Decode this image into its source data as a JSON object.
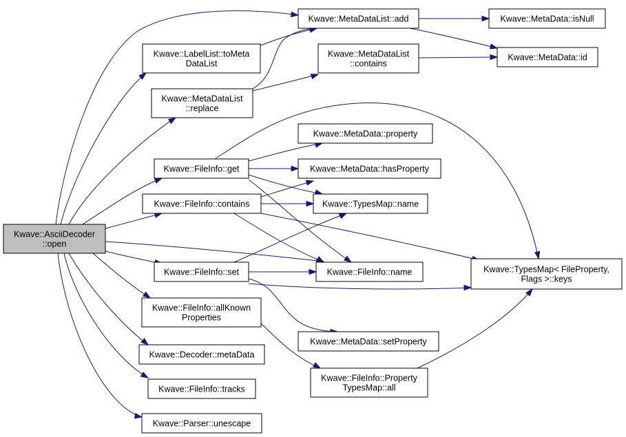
{
  "diagram": {
    "nodes": [
      {
        "id": "root",
        "lines": [
          "Kwave::AsciiDecoder",
          "::open"
        ],
        "highlighted": true
      },
      {
        "id": "mdl_add",
        "lines": [
          "Kwave::MetaDataList::add"
        ]
      },
      {
        "id": "md_isnull",
        "lines": [
          "Kwave::MetaData::isNull"
        ]
      },
      {
        "id": "ll_tometa",
        "lines": [
          "Kwave::LabelList::toMeta",
          "DataList"
        ]
      },
      {
        "id": "md_id",
        "lines": [
          "Kwave::MetaData::id"
        ]
      },
      {
        "id": "mdl_contains",
        "lines": [
          "Kwave::MetaDataList",
          "::contains"
        ]
      },
      {
        "id": "mdl_replace",
        "lines": [
          "Kwave::MetaDataList",
          "::replace"
        ]
      },
      {
        "id": "md_property",
        "lines": [
          "Kwave::MetaData::property"
        ]
      },
      {
        "id": "fi_get",
        "lines": [
          "Kwave::FileInfo::get"
        ]
      },
      {
        "id": "md_hasprop",
        "lines": [
          "Kwave::MetaData::hasProperty"
        ]
      },
      {
        "id": "fi_contains",
        "lines": [
          "Kwave::FileInfo::contains"
        ]
      },
      {
        "id": "tm_name",
        "lines": [
          "Kwave::TypesMap::name"
        ]
      },
      {
        "id": "fi_set",
        "lines": [
          "Kwave::FileInfo::set"
        ]
      },
      {
        "id": "fi_name",
        "lines": [
          "Kwave::FileInfo::name"
        ]
      },
      {
        "id": "tm_keys",
        "lines": [
          "Kwave::TypesMap< FileProperty,",
          "Flags >::keys"
        ]
      },
      {
        "id": "fi_allknown",
        "lines": [
          "Kwave::FileInfo::allKnown",
          "Properties"
        ]
      },
      {
        "id": "md_setprop",
        "lines": [
          "Kwave::MetaData::setProperty"
        ]
      },
      {
        "id": "dec_meta",
        "lines": [
          "Kwave::Decoder::metaData"
        ]
      },
      {
        "id": "fi_ptm_all",
        "lines": [
          "Kwave::FileInfo::Property",
          "TypesMap::all"
        ]
      },
      {
        "id": "fi_tracks",
        "lines": [
          "Kwave::FileInfo::tracks"
        ]
      },
      {
        "id": "parser_unescape",
        "lines": [
          "Kwave::Parser::unescape"
        ]
      }
    ],
    "edges": [
      [
        "root",
        "mdl_add"
      ],
      [
        "root",
        "ll_tometa"
      ],
      [
        "root",
        "mdl_replace"
      ],
      [
        "root",
        "fi_get"
      ],
      [
        "root",
        "fi_contains"
      ],
      [
        "root",
        "fi_name"
      ],
      [
        "root",
        "fi_set"
      ],
      [
        "root",
        "fi_allknown"
      ],
      [
        "root",
        "dec_meta"
      ],
      [
        "root",
        "fi_tracks"
      ],
      [
        "root",
        "parser_unescape"
      ],
      [
        "mdl_add",
        "md_isnull"
      ],
      [
        "mdl_add",
        "md_id"
      ],
      [
        "ll_tometa",
        "mdl_add"
      ],
      [
        "mdl_replace",
        "mdl_add"
      ],
      [
        "mdl_replace",
        "mdl_contains"
      ],
      [
        "mdl_contains",
        "md_id"
      ],
      [
        "fi_get",
        "md_property"
      ],
      [
        "fi_get",
        "md_hasprop"
      ],
      [
        "fi_get",
        "tm_name"
      ],
      [
        "fi_get",
        "tm_keys"
      ],
      [
        "fi_get",
        "fi_name"
      ],
      [
        "fi_contains",
        "md_hasprop"
      ],
      [
        "fi_contains",
        "tm_name"
      ],
      [
        "fi_contains",
        "tm_keys"
      ],
      [
        "fi_contains",
        "fi_name"
      ],
      [
        "fi_set",
        "tm_name"
      ],
      [
        "fi_set",
        "fi_name"
      ],
      [
        "fi_set",
        "tm_keys"
      ],
      [
        "fi_set",
        "md_setprop"
      ],
      [
        "fi_allknown",
        "fi_ptm_all"
      ],
      [
        "fi_ptm_all",
        "tm_keys"
      ]
    ],
    "colors": {
      "edge": "#191970",
      "root_fill": "#bfbfbf",
      "node_fill": "#ffffff",
      "border": "#000000"
    }
  }
}
